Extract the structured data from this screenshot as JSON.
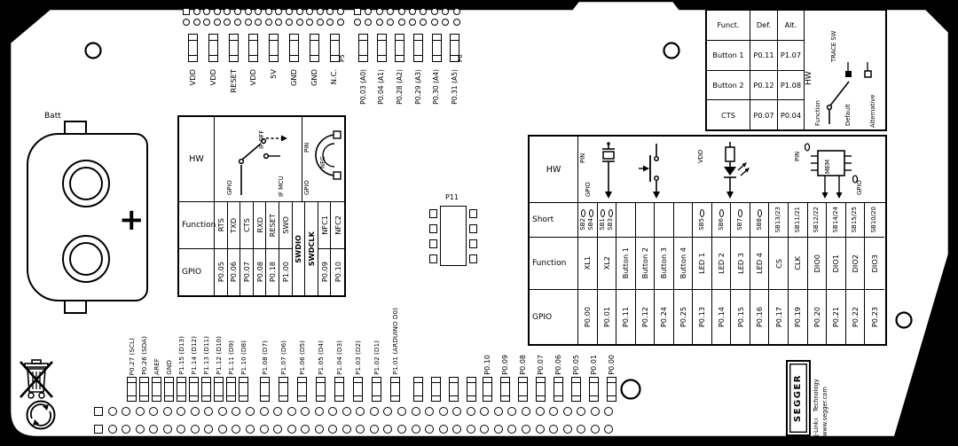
{
  "icons": {
    "weee": "crossed-out-waste-bin",
    "battery_recycle": "recycle-arrows-circle"
  },
  "battery": {
    "ref": "Batt",
    "plus": "+"
  },
  "header_p5": {
    "ref": "P5",
    "pins": [
      "VDD",
      "VDD",
      "RESET",
      "VDD",
      "5V",
      "GND",
      "GND",
      "N.C."
    ]
  },
  "header_p6": {
    "ref": "P6",
    "pins": [
      "P0.03 (A0)",
      "P0.04 (A1)",
      "P0.28 (A2)",
      "P0.29 (A3)",
      "P0.30 (A4)",
      "P0.31 (A5)"
    ]
  },
  "debug_table": {
    "hw": "HW",
    "function_header": "Function",
    "gpio_header": "GPIO",
    "ifsw": {
      "gpio": "GPIO",
      "if_off": "IF OFF",
      "if_mcu": "IF MCU"
    },
    "nfc": {
      "pin": "PIN",
      "label": "NFC",
      "gpio": "GPIO"
    },
    "cols": [
      {
        "function": "RTS",
        "gpio": "P0.05"
      },
      {
        "function": "TXD",
        "gpio": "P0.06"
      },
      {
        "function": "CTS",
        "gpio": "P0.07"
      },
      {
        "function": "RXD",
        "gpio": "P0.08"
      },
      {
        "function": "RESET",
        "gpio": "P0.18"
      },
      {
        "function": "SWO",
        "gpio": "P1.00"
      },
      {
        "merged": "SWDIO"
      },
      {
        "merged": "SWDCLK"
      },
      {
        "function": "NFC1",
        "gpio": "P0.09"
      },
      {
        "function": "NFC2",
        "gpio": "P0.10"
      }
    ]
  },
  "gpio_table": {
    "hw": "HW",
    "short_header": "Short",
    "function_header": "Function",
    "gpio_header": "GPIO",
    "schem": {
      "xl_pin": "PIN",
      "xl_gpio": "GPIO",
      "led_vdd": "VDD",
      "mem_pin": "PIN",
      "mem_label": "MEM",
      "mem_gpio": "GPIO"
    },
    "cols": [
      {
        "shorts": [
          "SB2",
          "SB4"
        ],
        "function": "XL1",
        "gpio": "P0.00"
      },
      {
        "shorts": [
          "SB1",
          "SB3"
        ],
        "function": "XL2",
        "gpio": "P0.01"
      },
      {
        "shorts": [],
        "function": "Button 1",
        "gpio": "P0.11"
      },
      {
        "shorts": [],
        "function": "Button 2",
        "gpio": "P0.12"
      },
      {
        "shorts": [],
        "function": "Button 3",
        "gpio": "P0.24"
      },
      {
        "shorts": [],
        "function": "Button 4",
        "gpio": "P0.25"
      },
      {
        "shorts": [
          "SB5"
        ],
        "function": "LED 1",
        "gpio": "P0.13"
      },
      {
        "shorts": [
          "SB6"
        ],
        "function": "LED 2",
        "gpio": "P0.14"
      },
      {
        "shorts": [
          "SB7"
        ],
        "function": "LED 3",
        "gpio": "P0.15"
      },
      {
        "shorts": [
          "SB8"
        ],
        "function": "LED 4",
        "gpio": "P0.16"
      },
      {
        "shorts": [
          "SB13/23"
        ],
        "function": "CS",
        "gpio": "P0.17"
      },
      {
        "shorts": [
          "SB11/21"
        ],
        "function": "CLK",
        "gpio": "P0.19"
      },
      {
        "shorts": [
          "SB12/22"
        ],
        "function": "DIO0",
        "gpio": "P0.20"
      },
      {
        "shorts": [
          "SB14/24"
        ],
        "function": "DIO1",
        "gpio": "P0.21"
      },
      {
        "shorts": [
          "SB15/25"
        ],
        "function": "DIO2",
        "gpio": "P0.22"
      },
      {
        "shorts": [
          "SB10/20"
        ],
        "function": "DIO3",
        "gpio": "P0.23"
      }
    ]
  },
  "trace_table": {
    "headers": {
      "funct": "Funct.",
      "def": "Def.",
      "alt": "Alt."
    },
    "rows": [
      {
        "funct": "Button 1",
        "def": "P0.11",
        "alt": "P1.07"
      },
      {
        "funct": "Button 2",
        "def": "P0.12",
        "alt": "P1.08"
      },
      {
        "funct": "CTS",
        "def": "P0.07",
        "alt": "P0.04"
      }
    ],
    "hw": "HW",
    "schem": {
      "trace_sw": "TRACE SW",
      "function": "Function",
      "default_label": "Default",
      "alternative": "Alternative"
    }
  },
  "p11": {
    "ref": "P11"
  },
  "bottom_left": {
    "pins": [
      "P0.27 (SCL)",
      "P0.26 (SDA)",
      "AREF",
      "GND",
      "P1.15 (D13)",
      "P1.14 (D12)",
      "P1.13 (D11)",
      "P1.12 (D10)",
      "P1.11 (D9)",
      "P1.10 (D8)"
    ]
  },
  "bottom_mid": {
    "pins": [
      "P1.08 (D7)",
      "P1.07 (D6)",
      "P1.06 (D5)",
      "P1.05 (D4)",
      "P1.04 (D3)",
      "P1.03 (D2)",
      "P1.02 (D1)",
      "P1.01 (ARDUINO D0)"
    ]
  },
  "bottom_right": {
    "pins": [
      "P0.10",
      "P0.09",
      "P0.08",
      "P0.07",
      "P0.06",
      "P0.05",
      "P0.01",
      "P0.00"
    ]
  },
  "segger": {
    "name": "SEGGER",
    "tagline": "J-Link™ Technology",
    "url": "www.segger.com"
  }
}
